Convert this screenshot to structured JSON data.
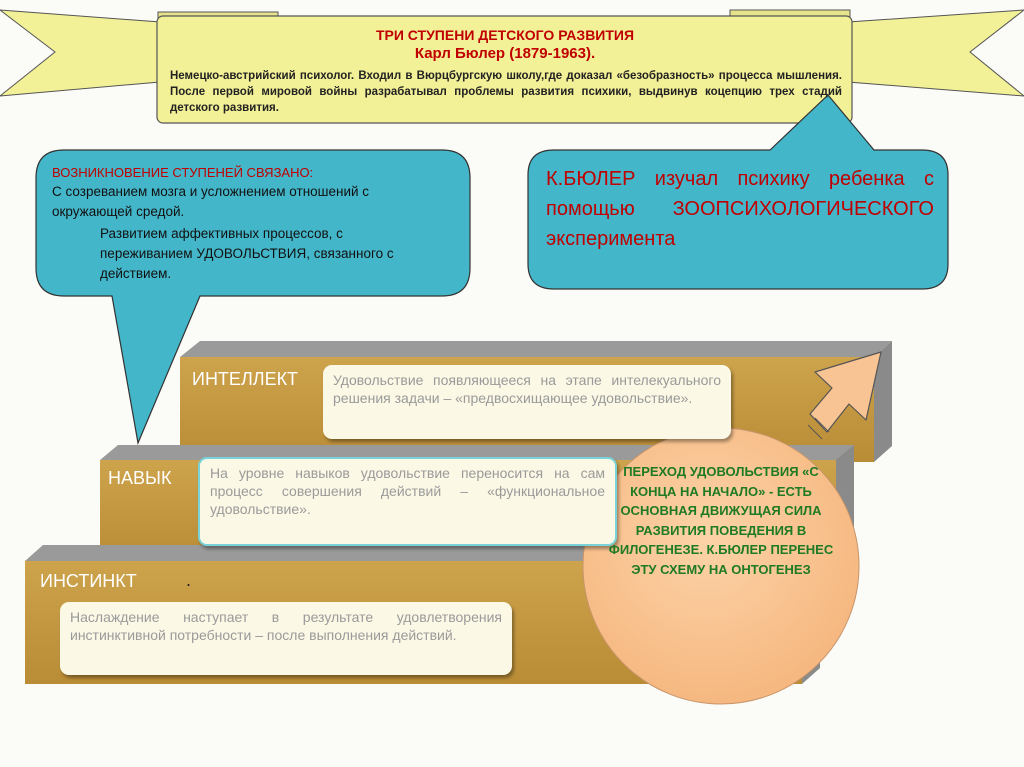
{
  "banner": {
    "title": "ТРИ СТУПЕНИ ДЕТСКОГО РАЗВИТИЯ",
    "subtitle": "Карл Бюлер (1879-1963).",
    "description": "Немецко-австрийский психолог. Входил в Вюрцбургскую школу,где доказал «безобразность» процесса мышления. После первой мировой войны разрабатывал проблемы развития психики, выдвинув коцепцию трех стадий детского развития."
  },
  "left_bubble": {
    "heading": "ВОЗНИКНОВЕНИЕ СТУПЕНЕЙ  СВЯЗАНО:",
    "text1": "С созреванием мозга и усложнением отношений с окружающей средой.",
    "text2": "Развитием аффективных процессов, с переживанием УДОВОЛЬСТВИЯ, связанного с действием."
  },
  "right_bubble": {
    "text": "К.БЮЛЕР изучал психику ребенка с помощью ЗООПСИХОЛОГИЧЕСКОГО эксперимента"
  },
  "steps": {
    "intellect": {
      "label": "ИНТЕЛЛЕКТ",
      "text": "Удовольствие появляющееся на этапе интелекуального решения задачи – «предвосхищающее удовольствие»."
    },
    "skill": {
      "label": "НАВЫК",
      "text": "На уровне навыков удовольствие переносится на сам процесс совершения действий – «функциональное удовольствие»."
    },
    "instinct": {
      "label": "ИНСТИНКТ",
      "dot": ".",
      "text": "Наслаждение наступает в результате удовлетворения инстинктивной потребности – после выполнения действий."
    }
  },
  "circle": {
    "text": "ПЕРЕХОД УДОВОЛЬСТВИЯ «С КОНЦА НА НАЧАЛО» - ЕСТЬ ОСНОВНАЯ ДВИЖУЩАЯ СИЛА РАЗВИТИЯ ПОВЕДЕНИЯ В ФИЛОГЕНЕЗЕ. К.БЮЛЕР ПЕРЕНЕС ЭТУ СХЕМУ НА ОНТОГЕНЕЗ"
  },
  "colors": {
    "banner_fill": "#f3f197",
    "bubble_fill": "#44b6c9",
    "step_front": "#c59a43",
    "step_top": "#9a9a9a",
    "circle_fill": "#f9c493",
    "title_red": "#c00000",
    "circle_text_green": "#1e7a23"
  }
}
